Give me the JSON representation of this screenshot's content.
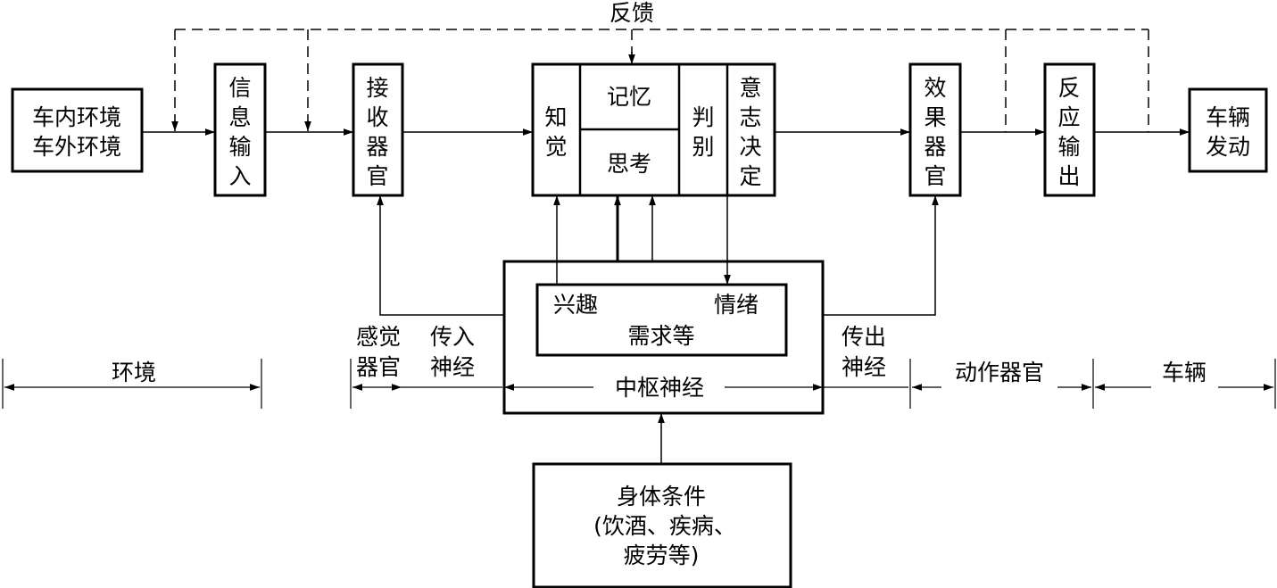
{
  "feedback": "反馈",
  "environment_box": [
    "车内环境",
    "车外环境"
  ],
  "info_input": "信息输入",
  "receptor": "接收器官",
  "perception": "知觉",
  "memory": "记忆",
  "thinking": "思考",
  "judgement": "判别",
  "decision": "意志决定",
  "effector": "效果器官",
  "response_output": "反应输出",
  "vehicle_start": [
    "车辆",
    "发动"
  ],
  "interest": "兴趣",
  "emotion": "情绪",
  "needs": "需求等",
  "cns": "中枢神经",
  "body_condition": [
    "身体条件",
    "(饮酒、疾病、",
    "疲劳等)"
  ],
  "scale": {
    "environment": "环境",
    "sense_organ": [
      "感觉",
      "器官"
    ],
    "afferent": [
      "传入",
      "神经"
    ],
    "efferent": [
      "传出",
      "神经"
    ],
    "motor_organ": "动作器官",
    "vehicle": "车辆"
  }
}
